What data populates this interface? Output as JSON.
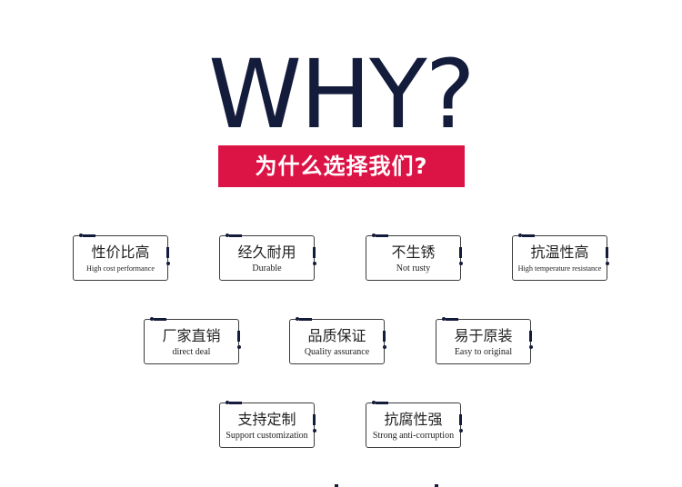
{
  "header": {
    "title": "WHY?",
    "subtitle": "为什么选择我们?"
  },
  "colors": {
    "title": "#141c3c",
    "banner": "#dc1446",
    "banner_text": "#ffffff",
    "card_border": "#3c3c3c"
  },
  "features": [
    {
      "cn": "性价比高",
      "en": "High cost performance"
    },
    {
      "cn": "经久耐用",
      "en": "Durable"
    },
    {
      "cn": "不生锈",
      "en": "Not rusty"
    },
    {
      "cn": "抗温性高",
      "en": "High temperature resistance"
    },
    {
      "cn": "厂家直销",
      "en": "direct deal"
    },
    {
      "cn": "品质保证",
      "en": "Quality assurance"
    },
    {
      "cn": "易于原装",
      "en": "Easy to original"
    },
    {
      "cn": "支持定制",
      "en": "Support customization"
    },
    {
      "cn": "抗腐性强",
      "en": "Strong anti-corruption"
    }
  ]
}
